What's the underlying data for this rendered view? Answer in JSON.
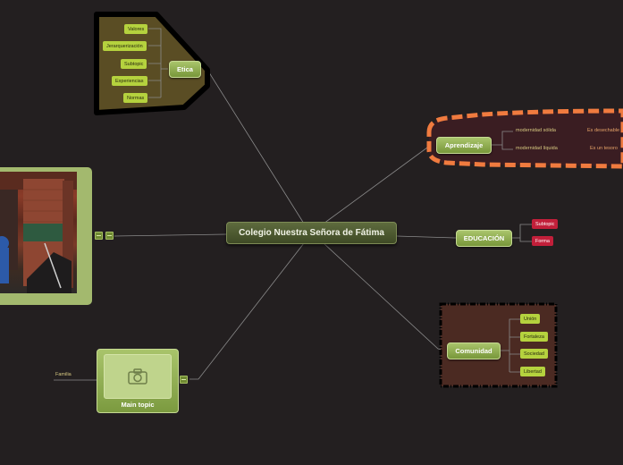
{
  "central": {
    "label": "Colegio Nuestra Señora de Fátima"
  },
  "etica": {
    "label": "Etica",
    "items": [
      "Valores",
      "Jerarquerización",
      "Subtopic",
      "Experiencias",
      "Normas"
    ]
  },
  "aprendizaje": {
    "label": "Aprendizaje",
    "rows": [
      {
        "left": "modernidad sólida",
        "right": "Es desechable"
      },
      {
        "left": "modernidad líquida",
        "right": "Es un tesoro"
      }
    ]
  },
  "educacion": {
    "label": "EDUCACIÓN",
    "items": [
      "Subtopic",
      "Forma"
    ]
  },
  "comunidad": {
    "label": "Comunidad",
    "items": [
      "Unión",
      "Fortaleza",
      "Sociedad",
      "Libertad"
    ]
  },
  "main_topic": {
    "label": "Main topic",
    "side_label": "Familia",
    "icon": "camera-icon"
  },
  "colors": {
    "background": "#231f20",
    "accent": "#a9c46b",
    "red": "#c21f3a",
    "orange": "#f07b3f"
  }
}
